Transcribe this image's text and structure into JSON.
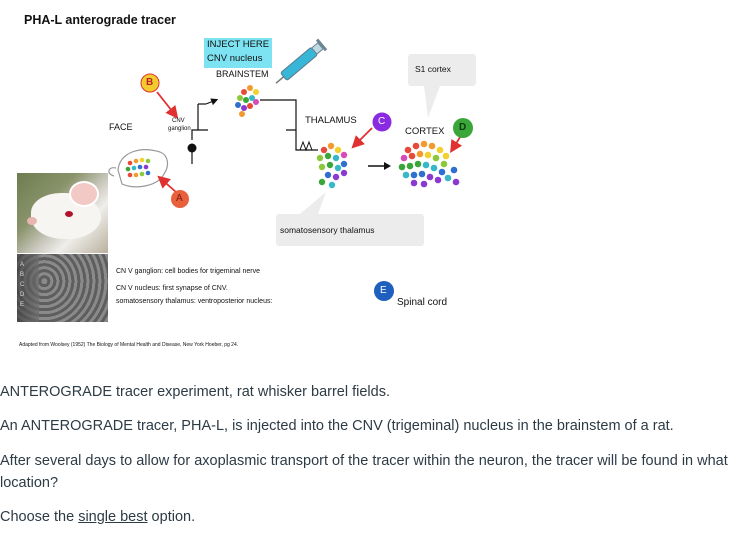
{
  "figure": {
    "title": "PHA-L anterograde tracer",
    "inject_label_line1": "INJECT HERE",
    "inject_label_line2": "CNV nucleus",
    "brainstem_label": "BRAINSTEM",
    "face_label": "FACE",
    "cnv_label": "CNV",
    "ganglion_label": "ganglion",
    "thalamus_label": "THALAMUS",
    "cortex_label": "CORTEX",
    "s1_cortex_callout": "S1 cortex",
    "somatosensory_thalamus_callout": "somatosensory thalamus",
    "spinal_cord_label": "Spinal cord",
    "markers": {
      "a": "A",
      "b": "B",
      "c": "C",
      "d": "D",
      "e": "E"
    },
    "notes": [
      "CN V ganglion: cell bodies for trigeminal nerve",
      "CN V nucleus: first synapse of CNV.",
      "somatosensory thalamus: ventroposterior nucleus:"
    ],
    "barrel_letters": [
      "A",
      "B",
      "C",
      "D",
      "E"
    ],
    "citation": "Adapted from Woolsey (1952) The Biology of Mental Health and Disease, New York Hoeber, pg 24.",
    "colors": {
      "marker_a": "#e8603c",
      "marker_b": "#f2cc2c",
      "marker_c": "#8a2be2",
      "marker_d": "#3aa63a",
      "marker_e": "#1f5fbf",
      "arrow": "#e03030",
      "syringe": "#38b6d8"
    }
  },
  "question": {
    "line1": "ANTEROGRADE tracer experiment, rat whisker barrel fields.",
    "line2": "An ANTEROGRADE tracer, PHA-L, is injected into the CNV (trigeminal) nucleus in the brainstem of a rat.",
    "line3": "After several days to allow for axoplasmic transport of the tracer within the neuron, the tracer will be found in what location?",
    "choose_prefix": "Choose the ",
    "choose_emphasis": "single best",
    "choose_suffix": " option."
  }
}
